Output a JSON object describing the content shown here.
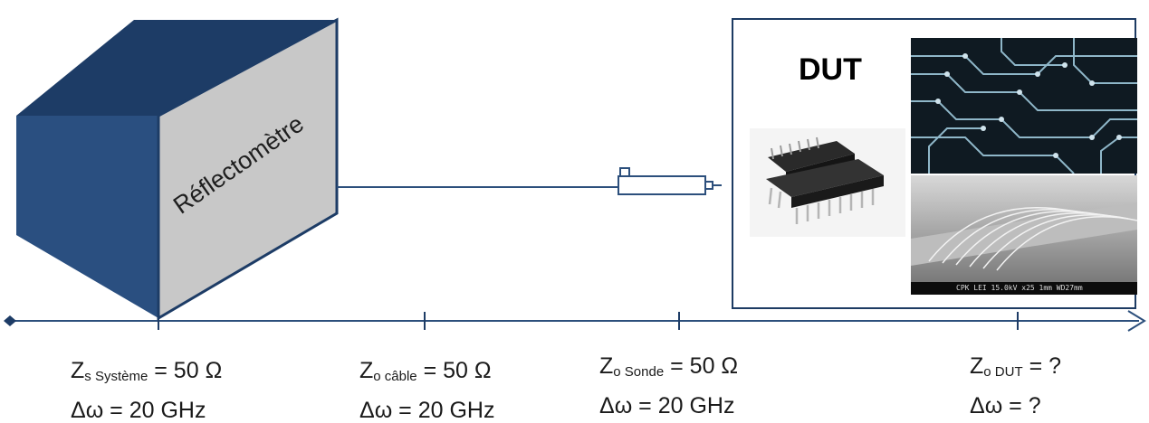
{
  "reflectometer": {
    "label": "Réflectomètre"
  },
  "dut": {
    "title": "DUT"
  },
  "stations": [
    {
      "z_prefix": "Z",
      "z_sub": "s Système",
      "z_value": "= 50 Ω",
      "bw": "Δω = 20 GHz"
    },
    {
      "z_prefix": "Z",
      "z_sub": "o câble",
      "z_value": "= 50 Ω",
      "bw": "Δω = 20 GHz"
    },
    {
      "z_prefix": "Z",
      "z_sub": "o Sonde",
      "z_value": "= 50 Ω",
      "bw": "Δω = 20 GHz"
    },
    {
      "z_prefix": "Z",
      "z_sub": "o DUT",
      "z_value": "= ?",
      "bw": "Δω = ?"
    }
  ],
  "photos": {
    "sem_caption": "CPK LEI   15.0kV   x25   1mm WD27mm"
  },
  "colors": {
    "box_top": "#1d3c66",
    "box_side": "#2a4f80",
    "box_front": "#c8c8c8",
    "line": "#2c4f7c"
  }
}
